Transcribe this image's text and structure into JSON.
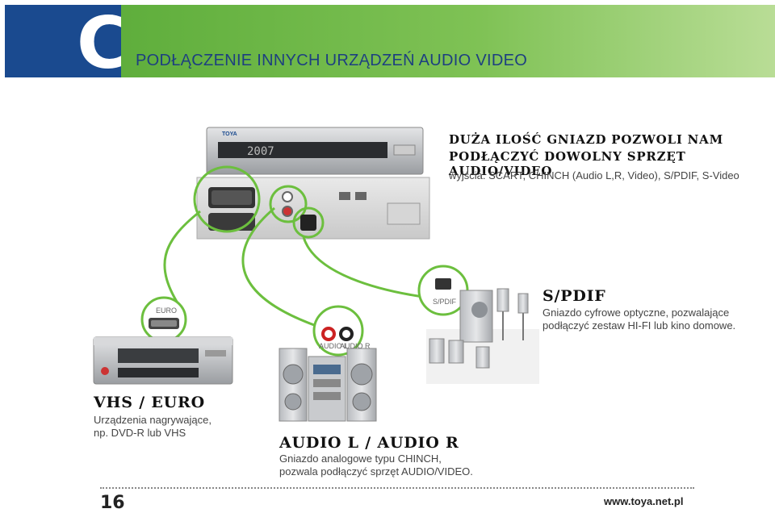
{
  "header": {
    "letter": "C",
    "title": "PODŁĄCZENIE INNYCH URZĄDZEŃ AUDIO VIDEO"
  },
  "device": {
    "brand": "TOYA",
    "display_text": "2007",
    "label_connections": "DUŻA ILOŚĆ GNIAZD POZWOLI NAM",
    "label_connections_2": "PODŁĄCZYĆ DOWOLNY SPRZĘT AUDIO/VIDEO",
    "outputs_text": "wyjścia: SCART, CHINCH (Audio L,R, Video), S/PDIF, S-Video"
  },
  "connectors": {
    "euro_label": "EURO",
    "audio_l_label": "AUDIO L",
    "audio_r_label": "AUDIO R",
    "spdif_label": "S/PDIF"
  },
  "sections": {
    "spdif": {
      "heading": "S/PDIF",
      "desc_1": "Gniazdo cyfrowe optyczne, pozwalające",
      "desc_2": "podłączyć zestaw HI-FI lub kino domowe."
    },
    "vhs": {
      "heading": "VHS / EURO",
      "desc_1": "Urządzenia nagrywające,",
      "desc_2": "np. DVD-R lub VHS"
    },
    "audio": {
      "heading": "AUDIO L / AUDIO R",
      "desc_1": "Gniazdo analogowe typu CHINCH,",
      "desc_2": "pozwala podłączyć sprzęt AUDIO/VIDEO."
    }
  },
  "footer": {
    "page_number": "16",
    "url": "www.toya.net.pl"
  },
  "colors": {
    "header_blue": "#1a4a8f",
    "header_green": "#6cb944",
    "cable_green": "#6cbf3e",
    "title_blue": "#1d3f80"
  }
}
